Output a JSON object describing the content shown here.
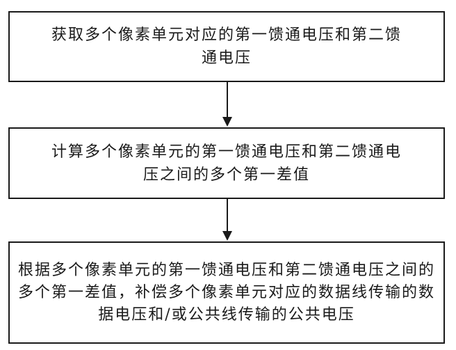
{
  "flowchart": {
    "steps": [
      {
        "text": "获取多个像素单元对应的第一馈通电压和第二馈通电压"
      },
      {
        "text": "计算多个像素单元的第一馈通电压和第二馈通电压之间的多个第一差值"
      },
      {
        "text": "根据多个像素单元的第一馈通电压和第二馈通电压之间的多个第一差值，补偿多个像素单元对应的数据线传输的数据电压和/或公共线传输的公共电压"
      }
    ]
  },
  "colors": {
    "border": "#1a1a1a",
    "background": "#ffffff",
    "text": "#1a1a1a"
  }
}
